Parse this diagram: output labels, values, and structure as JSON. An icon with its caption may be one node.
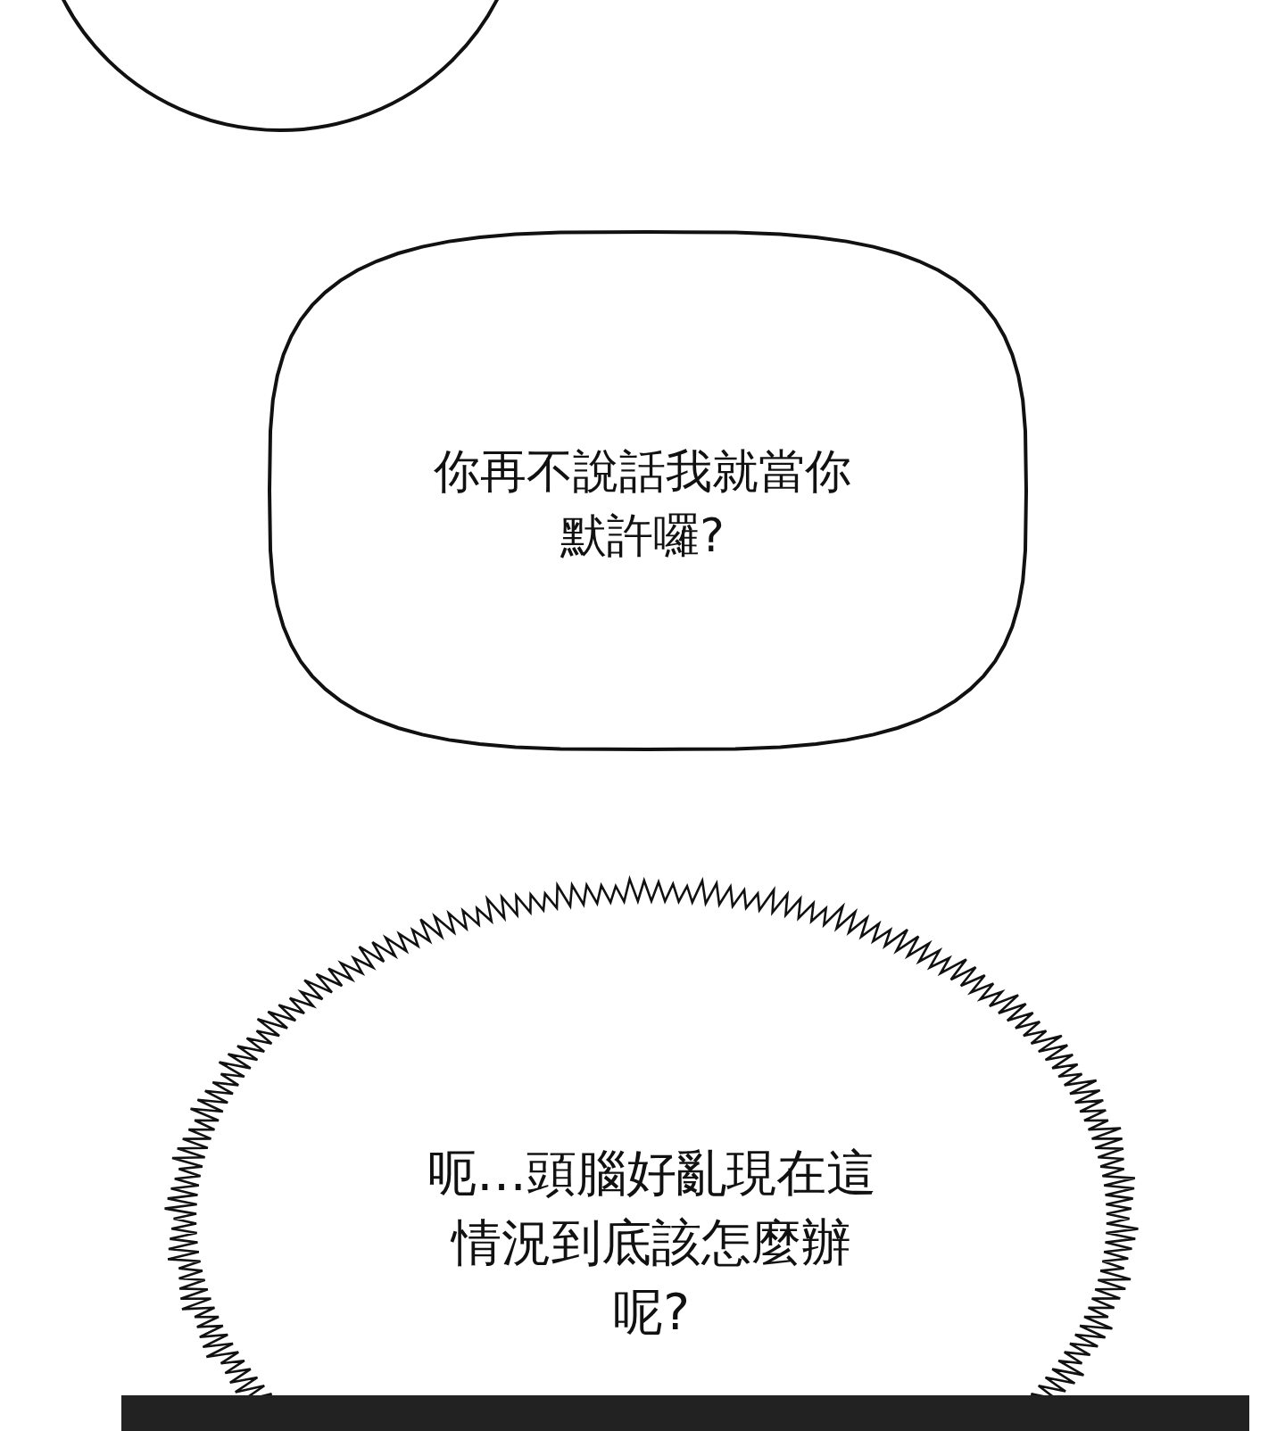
{
  "diagram": {
    "nodes": [
      {
        "text": [],
        "shape": "circle"
      },
      {
        "text": [
          "你再不說話我就當你默許囉?"
        ]
      },
      {
        "text": [
          "呃…頭腦好亂現在這情況到底該怎麼辦呢?"
        ]
      }
    ],
    "edges": []
  }
}
